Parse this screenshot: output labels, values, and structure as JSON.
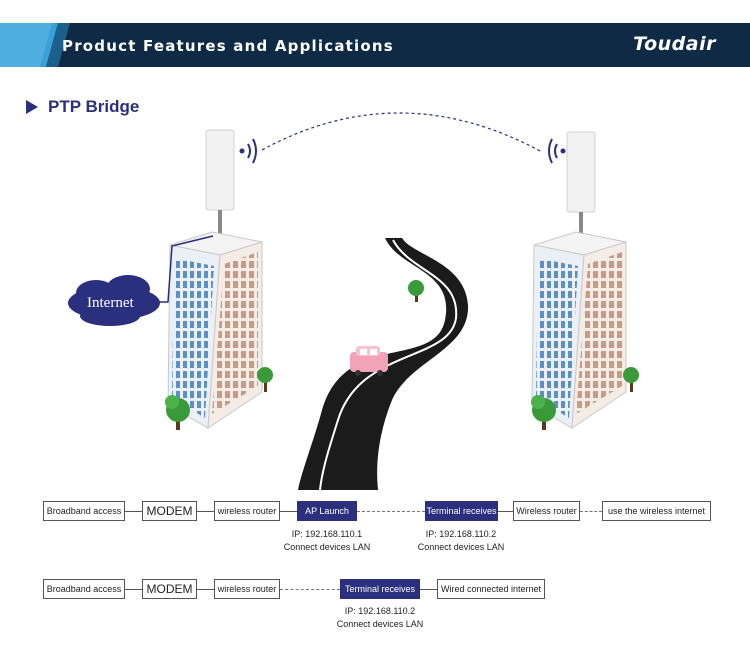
{
  "header": {
    "title": "Product Features and Applications",
    "brand": "Toudair"
  },
  "section": {
    "title": "PTP Bridge"
  },
  "scene": {
    "internet_label": "Internet"
  },
  "flow1": {
    "nodes": [
      "Broadband access",
      "MODEM",
      "wireless router",
      "AP Launch",
      "Terminal receives",
      "Wireless router",
      "use the wireless internet"
    ],
    "ap_ip": "IP: 192.168.110.1",
    "ap_note": "Connect devices LAN",
    "terminal_ip": "IP: 192.168.110.2",
    "terminal_note": "Connect devices LAN"
  },
  "flow2": {
    "nodes": [
      "Broadband access",
      "MODEM",
      "wireless router",
      "Terminal receives",
      "Wired connected internet"
    ],
    "terminal_ip": "IP: 192.168.110.2",
    "terminal_note": "Connect devices LAN"
  },
  "colors": {
    "accent": "#2a2f7e",
    "banner_dark": "#0f2a45",
    "banner_light": "#3aa0d8"
  }
}
